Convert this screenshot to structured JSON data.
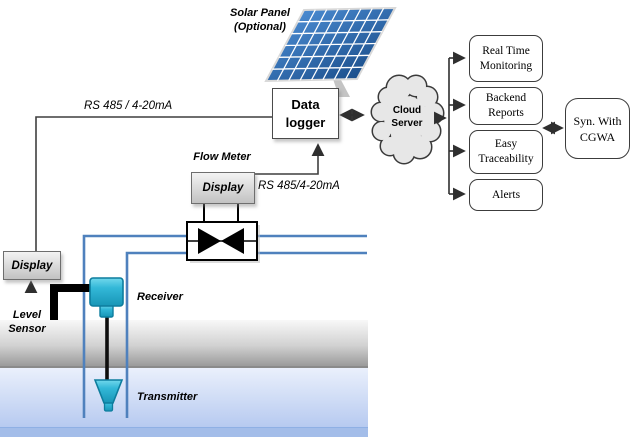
{
  "diagram": {
    "title_solar": "Solar Panel\n(Optional)",
    "data_logger": "Data\nlogger",
    "cloud_server": "Cloud\nServer",
    "link_level_to_logger": "RS 485 / 4-20mA",
    "link_flow_to_logger": "RS 485/4-20mA",
    "flow_meter": {
      "title": "Flow Meter",
      "display": "Display"
    },
    "level_sensor": {
      "display": "Display",
      "label": "Level\nSensor",
      "receiver": "Receiver",
      "transmitter": "Transmitter"
    },
    "outputs": [
      {
        "label": "Real Time\nMonitoring"
      },
      {
        "label": "Backend\nReports"
      },
      {
        "label": "Easy\nTraceability"
      },
      {
        "label": "Alerts"
      }
    ],
    "sync": {
      "label": "Syn. With\nCGWA"
    },
    "colors": {
      "pipe_blue": "#4f81bd",
      "device_cyan": "#33b8d8",
      "solar_panel_blue": "#2f6cb0",
      "cloud_fill": "#e7e7e7",
      "ground_gray": "#9a9a9a",
      "water_blue": "#b7caf0",
      "box_border": "#3c3c3c"
    }
  }
}
